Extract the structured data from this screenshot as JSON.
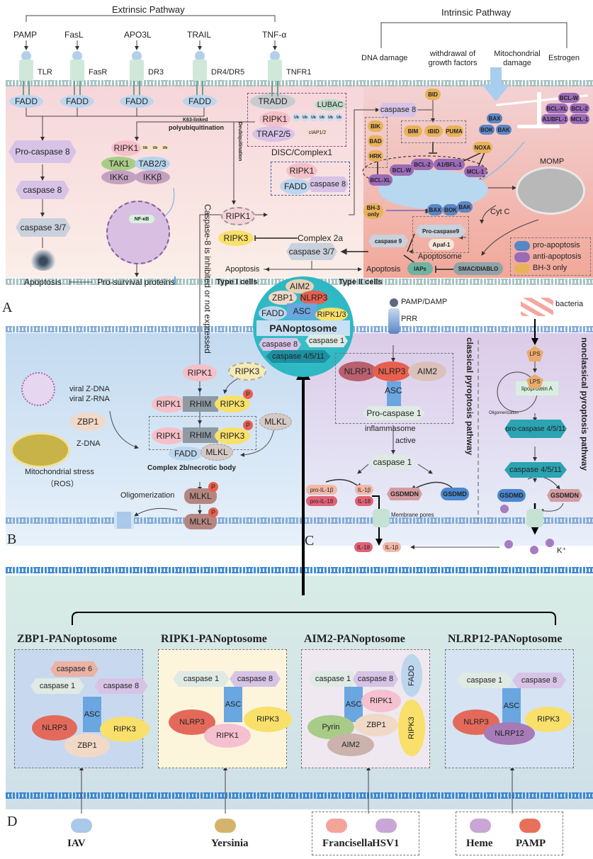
{
  "panels": {
    "A": "A",
    "B": "B",
    "C": "C",
    "D": "D"
  },
  "extrinsic": {
    "title": "Extrinsic Pathway",
    "ligands": [
      {
        "ligand": "PAMP",
        "receptor": "TLR"
      },
      {
        "ligand": "FasL",
        "receptor": "FasR"
      },
      {
        "ligand": "APO3L",
        "receptor": "DR3"
      },
      {
        "ligand": "TRAIL",
        "receptor": "DR4/DR5"
      },
      {
        "ligand": "TNF-α",
        "receptor": "TNFR1"
      }
    ],
    "fadd": "FADD",
    "procaspase8": "Pro-caspase 8",
    "caspase8": "caspase 8",
    "caspase37": "caspase 3/7",
    "apoptosis": "Apoptosis",
    "k63_line1": "K63-linked",
    "k63_line2": "polyubiquitination",
    "deubiq": "Deubiquitination",
    "ripk1": "RIPK1",
    "ub": "Ub",
    "tak1": "TAK1",
    "tab23": "TAB2/3",
    "ikka": "IKKα",
    "ikkb": "IKKβ",
    "nfkb": "NF-κB",
    "prosurvival": "Pro-survival proteins",
    "tradd": "TRADD",
    "lubac": "LUBAC",
    "traf": "TRAF2/5",
    "ciap": "cIAP1/2",
    "disc": "DISC/Complex1",
    "complex2a": "Complex 2a",
    "ripk3": "RIPK3",
    "casp8_inhibited": "Caspase-8 is inhibited or not expressed",
    "type1": "Type I cells",
    "type2": "Type II cells"
  },
  "intrinsic": {
    "title": "Intrinsic Pathway",
    "triggers": [
      "DNA damage",
      "withdrawal of growth factors",
      "Mitochondrial damage",
      "Estrogen"
    ],
    "bid": "BID",
    "caspase8": "caspase 8",
    "bh3_group1": [
      "BIK",
      "BAD",
      "HRK"
    ],
    "bh3_group2": [
      "BIM",
      "tBID",
      "PUMA"
    ],
    "noxa": "NOXA",
    "anti": [
      "BCL-XL",
      "BCL-W",
      "BCL-2",
      "A1/BFL-1",
      "MCL-1"
    ],
    "pro": [
      "BAX",
      "BOK",
      "BAK"
    ],
    "bh3only": "BH-3 only",
    "momp": "MOMP",
    "cytc": "Cyt C",
    "procaspase9": "Pro-caspase9",
    "apaf1": "Apaf-1",
    "apoptosome": "Apoptosome",
    "caspase9": "caspase 9",
    "iaps": "IAPs",
    "smac": "SMAC/DIABLO",
    "scale_left": [
      "BAX",
      "BOK",
      "BAK"
    ],
    "scale_right": [
      "BCL-W",
      "BCL-XL",
      "BCL-2",
      "A1/BFL-1",
      "MCL-1"
    ],
    "legend": [
      {
        "label": "pro-apoptosis",
        "color": "#5b86c5"
      },
      {
        "label": "anti-apoptosis",
        "color": "#9b6bb8"
      },
      {
        "label": "BH-3 only",
        "color": "#e8b25a"
      }
    ]
  },
  "panoptosome": {
    "title": "PANoptosome",
    "members": [
      "AIM2",
      "ZBP1",
      "NLRP3",
      "FADD",
      "ASC",
      "RIPK1/3",
      "caspase 8",
      "caspase 1",
      "caspase 4/5/11"
    ]
  },
  "necroptosis": {
    "ripk1": "RIPK1",
    "ripk3": "RIPK3",
    "rhim": "RHIM",
    "p": "P",
    "mlkl": "MLKL",
    "fadd": "FADD",
    "zbp1": "ZBP1",
    "viral_zdna": "viral Z-DNA",
    "viral_zrna": "viral Z-RNA",
    "zdna": "Z-DNA",
    "mito_stress": "Mitochondrial stress",
    "ros": "（ROS）",
    "complex2b": "Complex 2b/necrotic body",
    "oligomerization": "Oligomerization"
  },
  "pyroptosis": {
    "pamp": "PAMP/DAMP",
    "prr": "PRR",
    "nlrp1": "NLRP1",
    "nlrp3": "NLRP3",
    "aim2": "AIM2",
    "asc": "ASC",
    "procasp1": "Pro-caspase 1",
    "inflammasome": "inflammasome",
    "active": "active",
    "casp1": "caspase 1",
    "proil1b": "pro-IL-1β",
    "proil18": "pro-IL-18",
    "il1b": "IL-1β",
    "il18": "IL-18",
    "gsdmdn": "GSDMDN",
    "gsdmd": "GSDMD",
    "pores": "Membrane pores",
    "classical": "classical pyroptosis pathway",
    "nonclassical": "nonclassical pyroptosis pathway",
    "bacteria": "bacteria",
    "lps": "LPS",
    "lipoprotein": "lipoprotein A",
    "oligomerization": "Oligomerization",
    "procasp4": "pro-caspase 4/5/11",
    "casp4": "caspase 4/5/11",
    "k": "K⁺"
  },
  "subtypes": [
    {
      "title": "ZBP1-PANoptosome",
      "trigger": [
        "IAV"
      ],
      "members": [
        "caspase 6",
        "caspase 1",
        "caspase 8",
        "ASC",
        "NLRP3",
        "RIPK3",
        "ZBP1"
      ]
    },
    {
      "title": "RIPK1-PANoptosome",
      "trigger": [
        "Yersinia"
      ],
      "members": [
        "caspase 1",
        "caspase 8",
        "ASC",
        "NLRP3",
        "RIPK3",
        "RIPK1"
      ]
    },
    {
      "title": "AIM2-PANoptosome",
      "trigger": [
        "Francisella",
        "HSV1"
      ],
      "members": [
        "caspase 1",
        "caspase 8",
        "FADD",
        "ASC",
        "RIPK1",
        "RIPK3",
        "Pyrin",
        "ZBP1",
        "AIM2"
      ]
    },
    {
      "title": "NLRP12-PANoptosome",
      "trigger": [
        "Heme",
        "PAMP"
      ],
      "members": [
        "caspase 1",
        "caspase 8",
        "ASC",
        "NLRP3",
        "RIPK3",
        "NLRP12"
      ]
    }
  ]
}
